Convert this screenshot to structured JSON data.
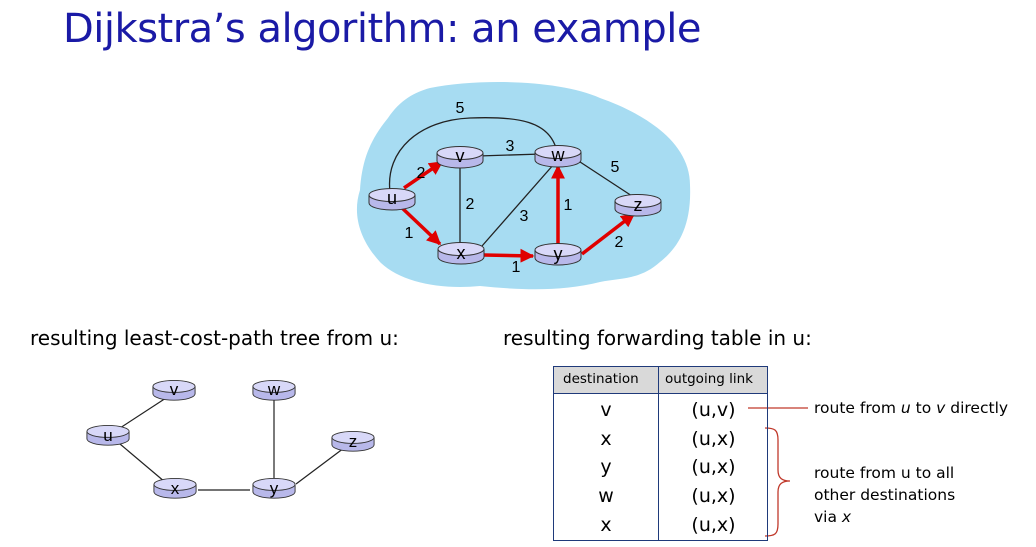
{
  "slide": {
    "title": "Dijkstra’s algorithm: an example"
  },
  "graph": {
    "nodes": {
      "u": "u",
      "v": "v",
      "w": "w",
      "x": "x",
      "y": "y",
      "z": "z"
    },
    "edges": [
      {
        "from": "u",
        "to": "v",
        "cost": "2",
        "in_tree": true
      },
      {
        "from": "u",
        "to": "x",
        "cost": "1",
        "in_tree": true
      },
      {
        "from": "u",
        "to": "w",
        "cost": "5",
        "in_tree": false
      },
      {
        "from": "v",
        "to": "w",
        "cost": "3",
        "in_tree": false
      },
      {
        "from": "v",
        "to": "x",
        "cost": "2",
        "in_tree": false
      },
      {
        "from": "x",
        "to": "w",
        "cost": "3",
        "in_tree": false
      },
      {
        "from": "x",
        "to": "y",
        "cost": "1",
        "in_tree": true
      },
      {
        "from": "y",
        "to": "w",
        "cost": "1",
        "in_tree": true
      },
      {
        "from": "w",
        "to": "z",
        "cost": "5",
        "in_tree": false
      },
      {
        "from": "y",
        "to": "z",
        "cost": "2",
        "in_tree": true
      }
    ],
    "colors": {
      "cloud": "#a7dcf2",
      "router": "#c8c8f0",
      "tree_edge": "#e00000",
      "title": "#1a1aa6"
    }
  },
  "tree": {
    "caption": "resulting least-cost-path tree from u:",
    "nodes": {
      "u": "u",
      "v": "v",
      "w": "w",
      "x": "x",
      "y": "y",
      "z": "z"
    }
  },
  "table": {
    "caption": "resulting forwarding table in u:",
    "headers": [
      "destination",
      "outgoing link"
    ],
    "rows": [
      {
        "destination": "v",
        "link": "(u,v)"
      },
      {
        "destination": "x",
        "link": "(u,x)"
      },
      {
        "destination": "y",
        "link": "(u,x)"
      },
      {
        "destination": "w",
        "link": "(u,x)"
      },
      {
        "destination": "x",
        "link": "(u,x)"
      }
    ]
  },
  "annotations": {
    "direct": {
      "prefix": "route from ",
      "a": "u",
      "mid": " to ",
      "b": "v",
      "suffix": " directly"
    },
    "others": {
      "line1": "route from u to all",
      "line2": "other destinations",
      "line3_prefix": "via ",
      "line3_var": "x"
    }
  }
}
